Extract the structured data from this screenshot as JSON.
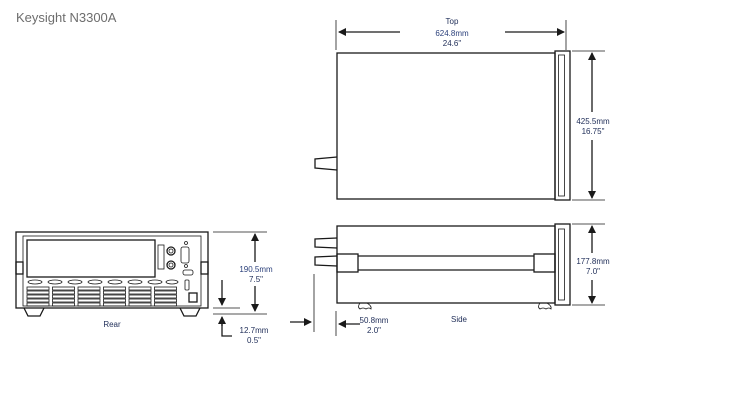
{
  "title": "Keysight N3300A",
  "views": {
    "top": {
      "label": "Top",
      "width_mm": "624.8mm",
      "width_in": "24.6\"",
      "depth_mm": "425.5mm",
      "depth_in": "16.75\""
    },
    "side": {
      "label": "Side",
      "height_mm": "177.8mm",
      "height_in": "7.0\"",
      "offset_mm": "50.8mm",
      "offset_in": "2.0\""
    },
    "rear": {
      "label": "Rear",
      "height_mm": "190.5mm",
      "height_in": "7.5\"",
      "foot_mm": "12.7mm",
      "foot_in": "0.5\""
    }
  }
}
